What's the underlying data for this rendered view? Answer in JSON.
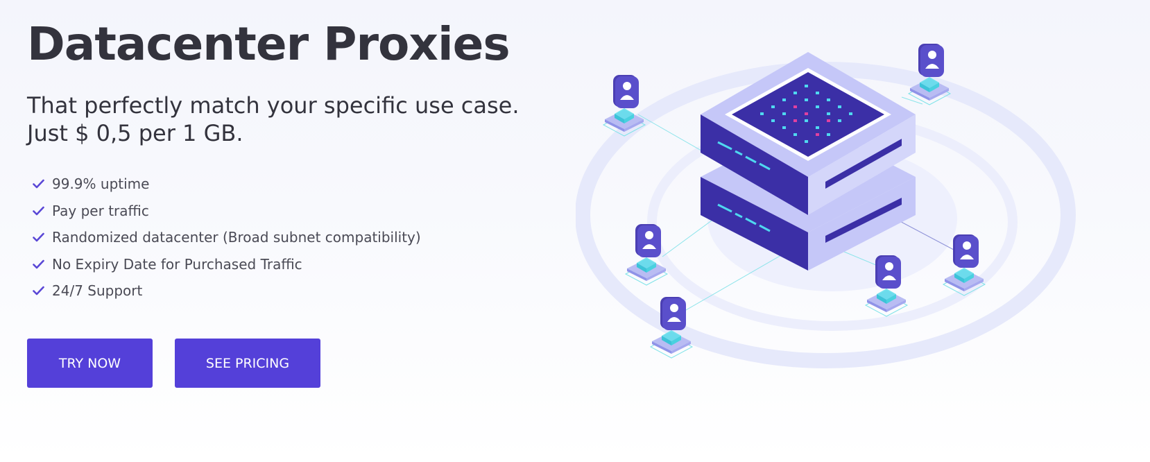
{
  "hero": {
    "title": "Datacenter Proxies",
    "subtitle_line1": "That perfectly match your specific use case.",
    "subtitle_line2": "Just $ 0,5 per 1 GB.",
    "features": [
      "99.9% uptime",
      "Pay per traffic",
      "Randomized datacenter (Broad subnet compatibility)",
      "No Expiry Date for Purchased Traffic",
      "24/7 Support"
    ],
    "buttons": {
      "try_now": "TRY NOW",
      "see_pricing": "SEE PRICING"
    }
  },
  "icons": {
    "feature_bullet": "check-icon",
    "illustration": "isometric-server-network-illustration"
  },
  "colors": {
    "accent": "#5440d9",
    "check": "#5a47d6",
    "title": "#33333d",
    "text": "#4a4a55",
    "server_top": "#c2c2f7",
    "server_side": "#3d2fa8",
    "led_cyan": "#4fd8f0",
    "led_pink": "#e040a0"
  }
}
